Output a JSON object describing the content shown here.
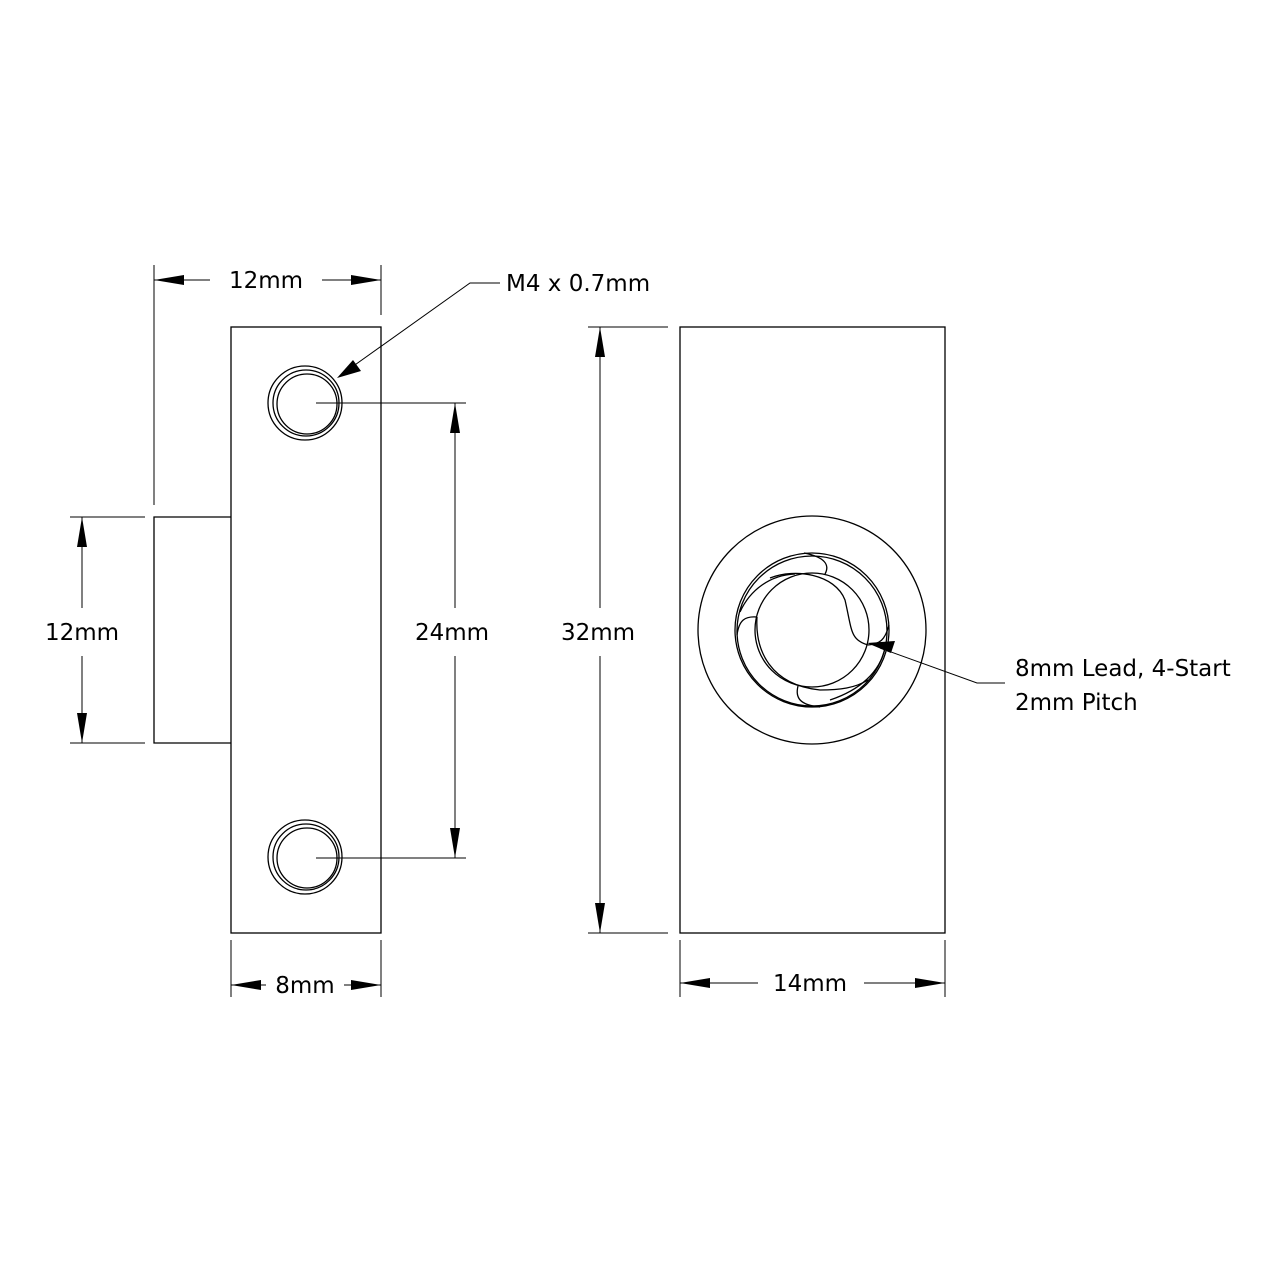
{
  "dimensions": {
    "side_width_top": "12mm",
    "thread_callout": "M4 x 0.7mm",
    "boss_height": "12mm",
    "hole_spacing": "24mm",
    "side_width_bottom": "8mm",
    "height": "32mm",
    "front_width": "14mm",
    "lead_callout_line1": "8mm Lead, 4-Start",
    "lead_callout_line2": "2mm Pitch"
  }
}
